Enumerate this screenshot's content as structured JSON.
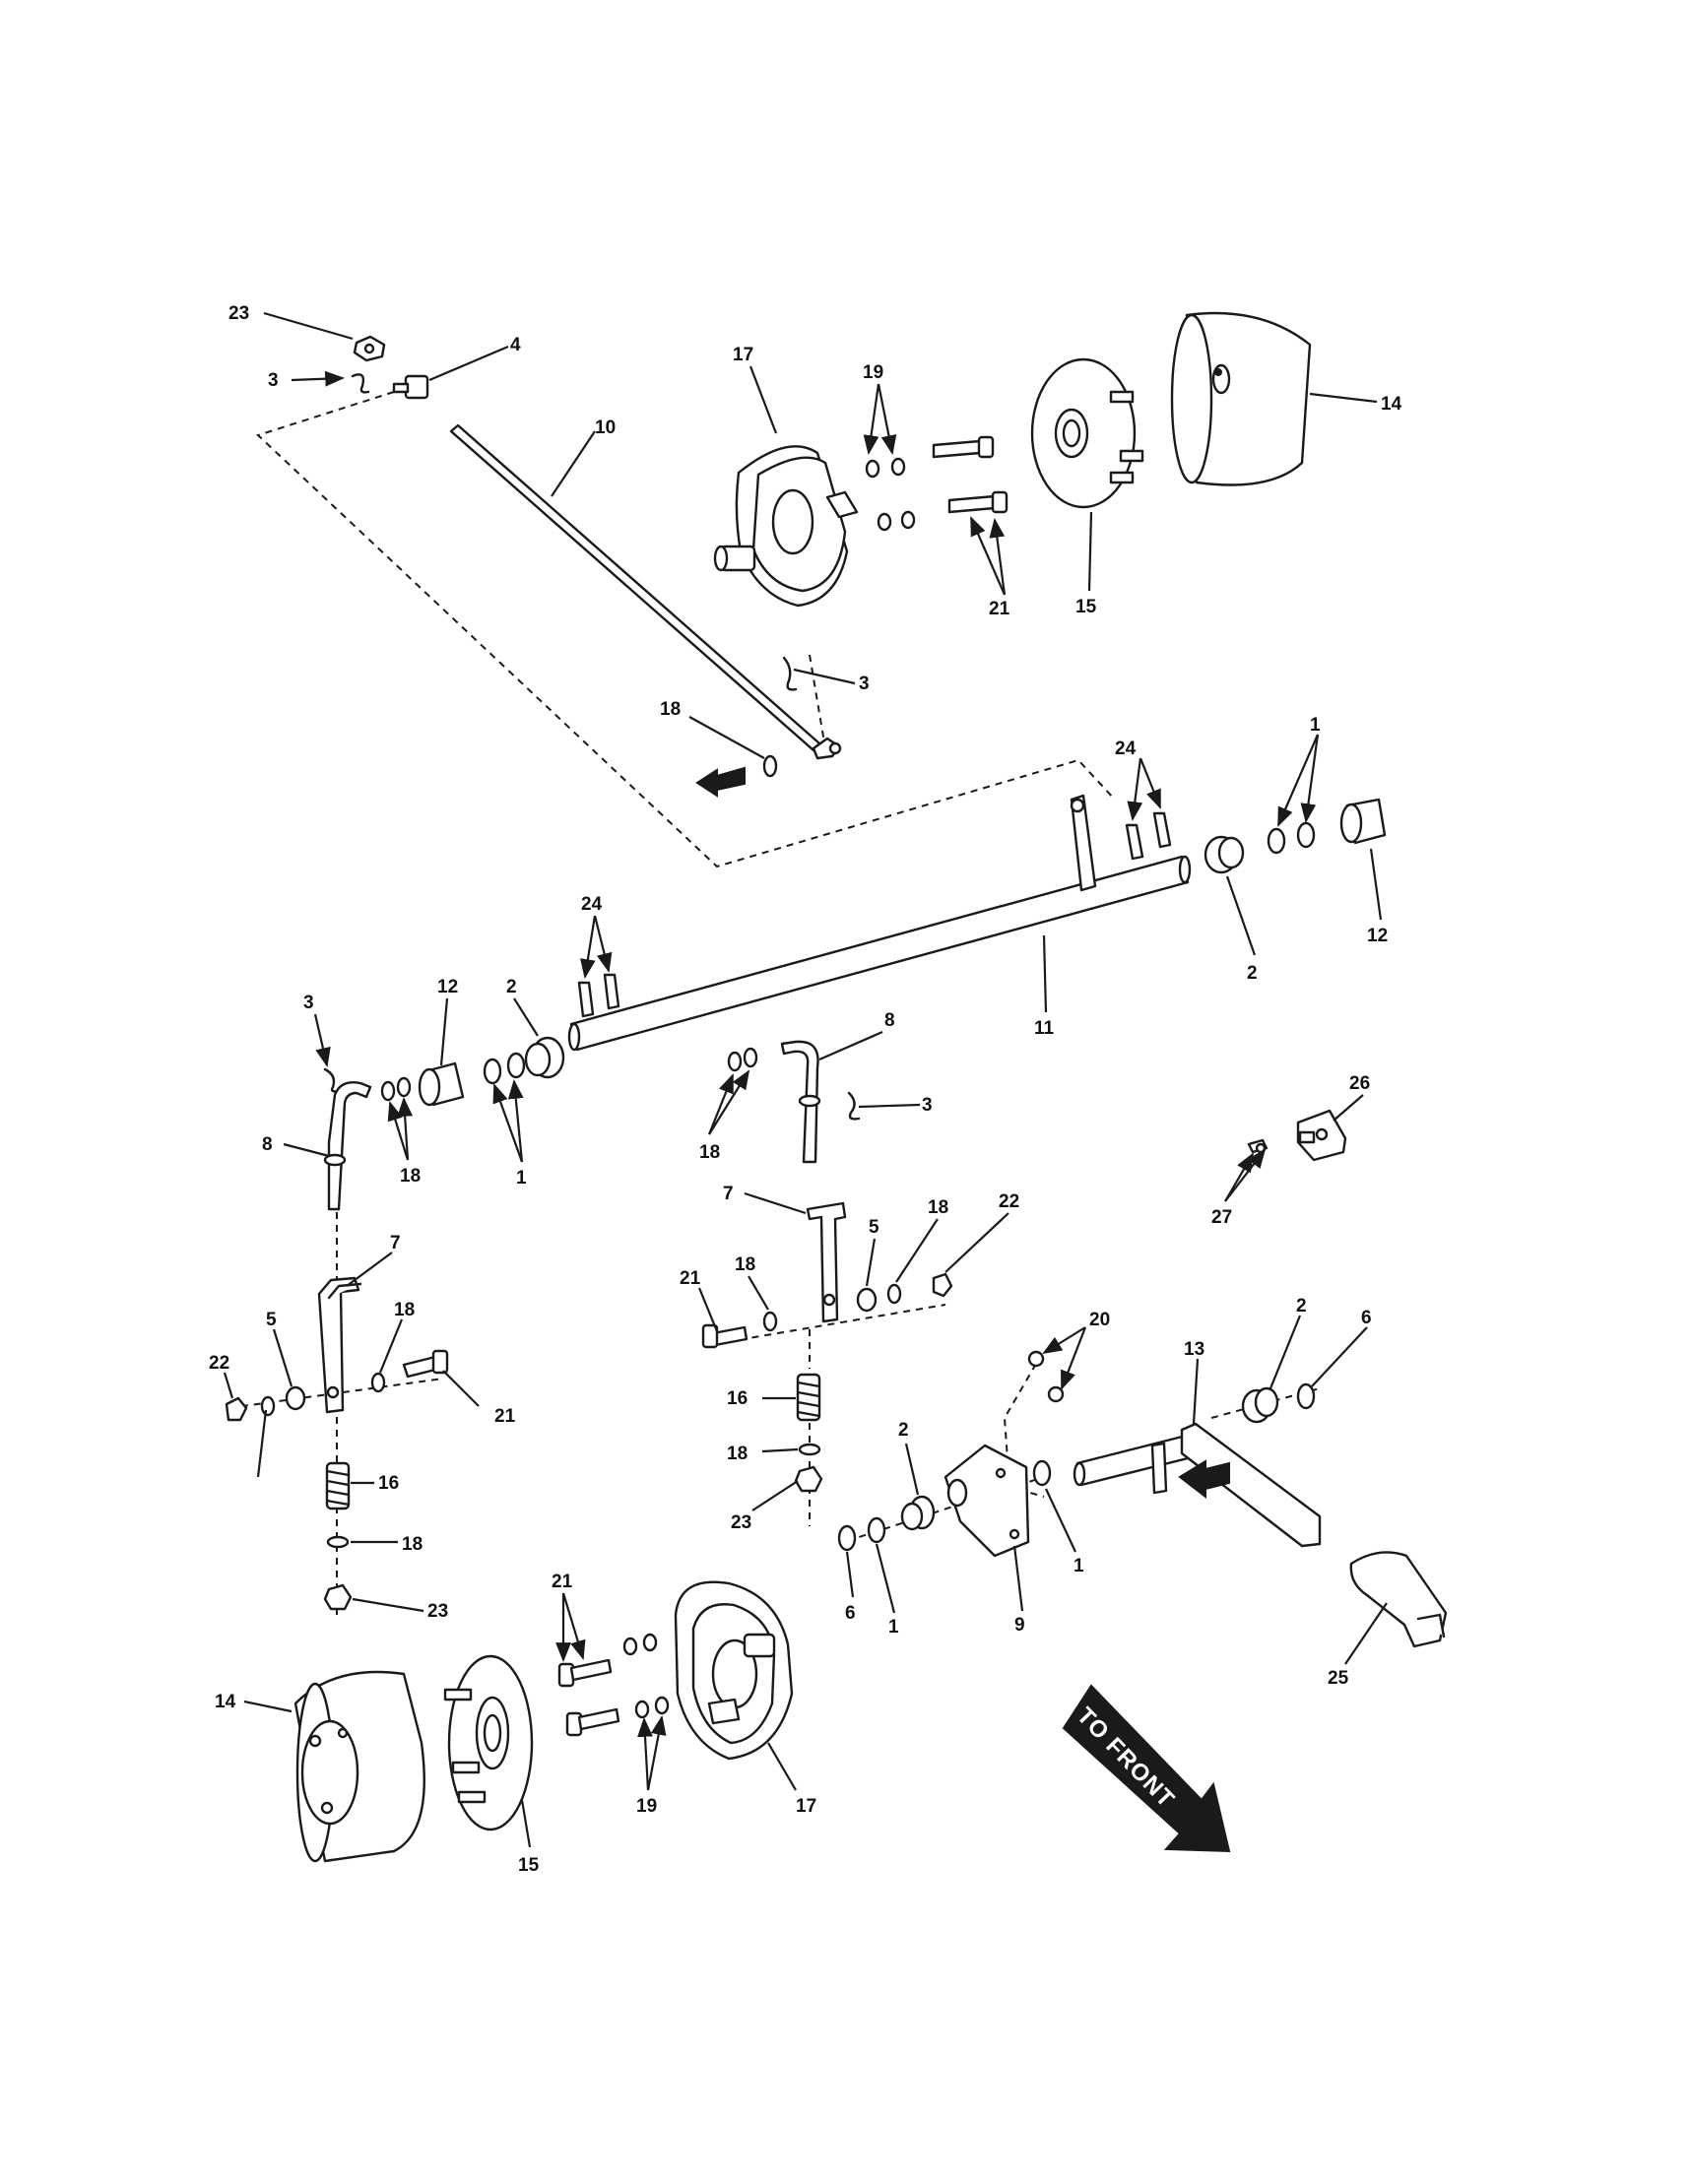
{
  "colors": {
    "line": "#1a1a1a",
    "background": "#ffffff"
  },
  "direction_label": "TO FRONT",
  "callouts": [
    "23",
    "3",
    "4",
    "10",
    "17",
    "19",
    "21",
    "15",
    "14",
    "3",
    "18",
    "24",
    "1",
    "12",
    "2",
    "11",
    "24",
    "3",
    "12",
    "2",
    "1",
    "18",
    "8",
    "8",
    "18",
    "3",
    "26",
    "27",
    "7",
    "7",
    "5",
    "18",
    "22",
    "21",
    "18",
    "5",
    "18",
    "21",
    "22",
    "20",
    "2",
    "6",
    "13",
    "16",
    "16",
    "18",
    "18",
    "23",
    "2",
    "1",
    "6",
    "1",
    "9",
    "25",
    "23",
    "21",
    "14",
    "15",
    "19",
    "17"
  ]
}
